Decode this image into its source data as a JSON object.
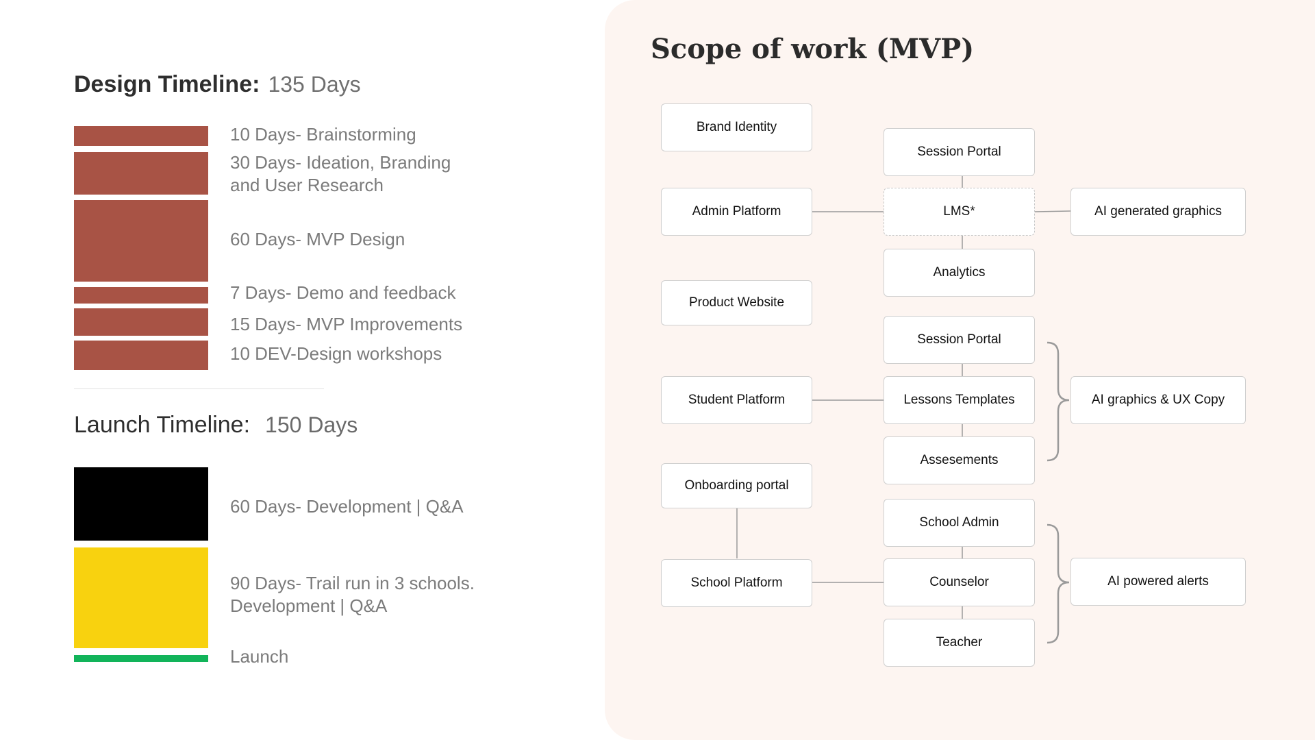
{
  "design_timeline": {
    "title": "Design Timeline:",
    "duration": "135 Days",
    "items": [
      {
        "label": "10 Days- Brainstorming",
        "color": "#a85345"
      },
      {
        "label_line1": "30 Days- Ideation, Branding",
        "label_line2": "and User Research",
        "color": "#a85345"
      },
      {
        "label": "60 Days- MVP Design",
        "color": "#a85345"
      },
      {
        "label": "7 Days- Demo and feedback",
        "color": "#a85345"
      },
      {
        "label": "15 Days- MVP Improvements",
        "color": "#a85345"
      },
      {
        "label": "10 DEV-Design workshops",
        "color": "#a85345"
      }
    ]
  },
  "launch_timeline": {
    "title": "Launch Timeline:",
    "duration": "150 Days",
    "items": [
      {
        "label": "60 Days- Development | Q&A",
        "color": "#000000"
      },
      {
        "label_line1": "90 Days- Trail run in 3 schools.",
        "label_line2": "Development | Q&A",
        "color": "#f8d20f"
      },
      {
        "label": "Launch",
        "color": "#12b45a"
      }
    ]
  },
  "scope": {
    "title": "Scope of work (MVP)",
    "nodes": {
      "brand_identity": "Brand Identity",
      "admin_platform": "Admin Platform",
      "product_website": "Product Website",
      "student_platform": "Student Platform",
      "onboarding_portal": "Onboarding portal",
      "school_platform": "School Platform",
      "session_portal_1": "Session Portal",
      "lms": "LMS*",
      "analytics": "Analytics",
      "session_portal_2": "Session Portal",
      "lessons_templates": "Lessons Templates",
      "assessments": "Assesements",
      "school_admin": "School Admin",
      "counselor": "Counselor",
      "teacher": "Teacher",
      "ai_generated_graphics": "AI generated graphics",
      "ai_graphics_ux_copy": "AI graphics & UX Copy",
      "ai_powered_alerts": "AI powered alerts"
    }
  },
  "colors": {
    "design_bar": "#a85345",
    "panel_bg": "#fdf5f1",
    "connector": "#9a9a9a"
  }
}
